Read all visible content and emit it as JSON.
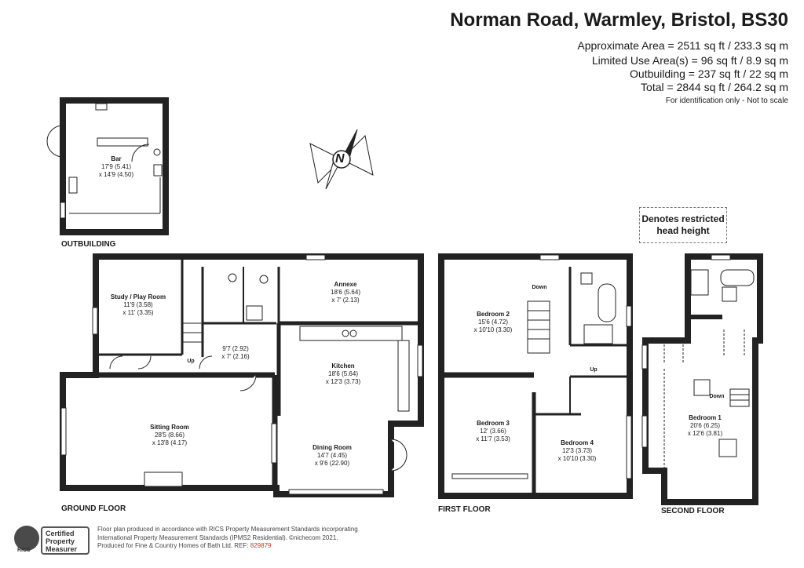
{
  "header": {
    "title": "Norman Road, Warmley, Bristol, BS30",
    "approx_area": "Approximate Area = 2511 sq ft / 233.3 sq m",
    "limited_use": "Limited Use Area(s) = 96 sq ft / 8.9 sq m",
    "outbuilding": "Outbuilding = 237 sq ft / 22 sq m",
    "total": "Total = 2844 sq ft / 264.2 sq m",
    "note": "For identification only - Not to scale"
  },
  "compass": {
    "letter": "N"
  },
  "legend": {
    "restricted_line1": "Denotes restricted",
    "restricted_line2": "head height"
  },
  "floors": {
    "outbuilding": "OUTBUILDING",
    "ground": "GROUND FLOOR",
    "first": "FIRST FLOOR",
    "second": "SECOND FLOOR"
  },
  "rooms": {
    "bar": {
      "name": "Bar",
      "dim1": "17'9 (5.41)",
      "dim2": "x 14'9 (4.50)"
    },
    "study": {
      "name": "Study / Play Room",
      "dim1": "11'9 (3.58)",
      "dim2": "x 11' (3.35)"
    },
    "annexe": {
      "name": "Annexe",
      "dim1": "18'6 (5.64)",
      "dim2": "x 7' (2.13)"
    },
    "utility": {
      "dim1": "9'7 (2.92)",
      "dim2": "x 7' (2.16)"
    },
    "kitchen": {
      "name": "Kitchen",
      "dim1": "18'6 (5.64)",
      "dim2": "x 12'3 (3.73)"
    },
    "sitting": {
      "name": "Sitting Room",
      "dim1": "28'5 (8.66)",
      "dim2": "x 13'8 (4.17)"
    },
    "dining": {
      "name": "Dining Room",
      "dim1": "14'7 (4.45)",
      "dim2": "x 9'6 (22.90)"
    },
    "bedroom2": {
      "name": "Bedroom 2",
      "dim1": "15'6 (4.72)",
      "dim2": "x 10'10 (3.30)"
    },
    "bedroom3": {
      "name": "Bedroom 3",
      "dim1": "12' (3.66)",
      "dim2": "x 11'7 (3.53)"
    },
    "bedroom4": {
      "name": "Bedroom 4",
      "dim1": "12'3 (3.73)",
      "dim2": "x 10'10 (3.30)"
    },
    "bedroom1": {
      "name": "Bedroom 1",
      "dim1": "20'6 (6.25)",
      "dim2": "x 12'6 (3.81)"
    }
  },
  "stairs": {
    "up": "Up",
    "down": "Down"
  },
  "footer": {
    "line1": "Floor plan produced in accordance with RICS Property Measurement Standards incorporating",
    "line2": "International Property Measurement Standards (IPMS2 Residential).  ©nichecom 2021.",
    "line3": "Produced for Fine & Country Homes of Bath Ltd.   REF:",
    "ref": "829879",
    "rics": "RICS",
    "cert1": "Certified",
    "cert2": "Property",
    "cert3": "Measurer"
  }
}
